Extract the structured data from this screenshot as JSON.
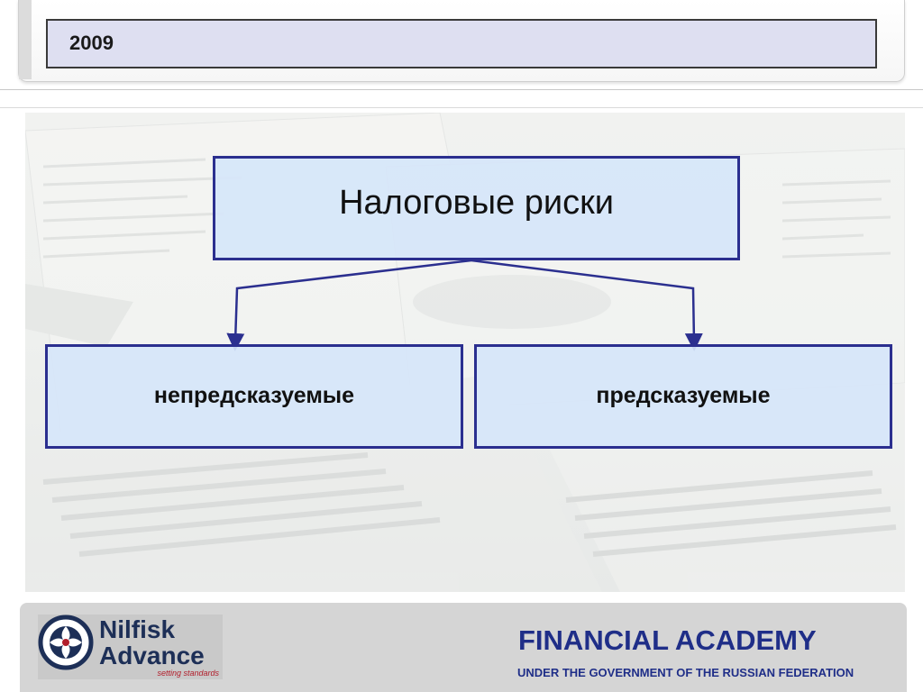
{
  "header": {
    "year": "2009"
  },
  "diagram": {
    "root": "Налоговые риски",
    "children": [
      "непредсказуемые",
      "предсказуемые"
    ]
  },
  "footer": {
    "logo": {
      "line1": "Nilfisk",
      "line2": "Advance",
      "tagline": "setting standards"
    },
    "academy_title": "FINANCIAL ACADEMY",
    "academy_subtitle": "UNDER THE GOVERNMENT OF THE RUSSIAN FEDERATION"
  },
  "colors": {
    "box_border": "#2b2f8f",
    "box_fill": "#d6e6fa",
    "year_box_fill": "#dedff1",
    "footer_text": "#1f2e88",
    "logo_text": "#1d2f57",
    "tagline": "#b11d2a"
  }
}
